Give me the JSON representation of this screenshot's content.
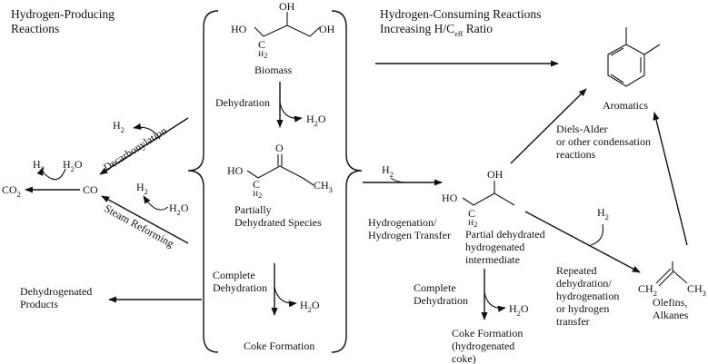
{
  "headers": {
    "producing": [
      "Hydrogen-Producing",
      "Reactions"
    ],
    "consuming_line1": "Hydrogen-Consuming Reactions",
    "consuming_line2_prefix": "Increasing H/C",
    "consuming_line2_sub": "eff",
    "consuming_line2_suffix": " Ratio"
  },
  "center": {
    "biomass": "Biomass",
    "dehydration": "Dehydration",
    "partially_dehydrated": [
      "Partially",
      "Dehydrated Species"
    ],
    "complete_dehydration": [
      "Complete",
      "Dehydration"
    ],
    "coke_formation": "Coke Formation"
  },
  "left": {
    "decarbonylation": "Decarbonylation",
    "steam_reforming": "Steam Reforming",
    "co": "CO",
    "co2": "CO",
    "co2_sub": "2",
    "dehydrogenated_products": [
      "Dehydrogenated",
      "Products"
    ]
  },
  "right": {
    "hydrogenation": [
      "Hydrogenation/",
      "Hydrogen Transfer"
    ],
    "intermediate": [
      "Partial dehydrated",
      "hydrogenated",
      "intermediate"
    ],
    "complete_dehydration": [
      "Complete",
      "Dehydration"
    ],
    "coke_hydrogenated": [
      "Coke Formation",
      "(hydrogenated",
      "coke)"
    ],
    "diels_alder": [
      "Diels-Alder",
      "or other condensation",
      "reactions"
    ],
    "aromatics": "Aromatics",
    "repeated": [
      "Repeated",
      "dehydration/",
      "hydrogenation",
      "or hydrogen",
      "transfer"
    ],
    "olefins": [
      "Olefins,",
      "Alkanes"
    ]
  },
  "species": {
    "h2": "H",
    "h2_sub": "2",
    "h2o_h": "H",
    "h2o_sub": "2",
    "h2o_o": "O",
    "oh": "OH",
    "ho": "HO",
    "o": "O",
    "ch3": "CH",
    "ch3_sub": "3",
    "c_h": "C",
    "c_h_sub": "H",
    "c_h_sub2": "2"
  }
}
